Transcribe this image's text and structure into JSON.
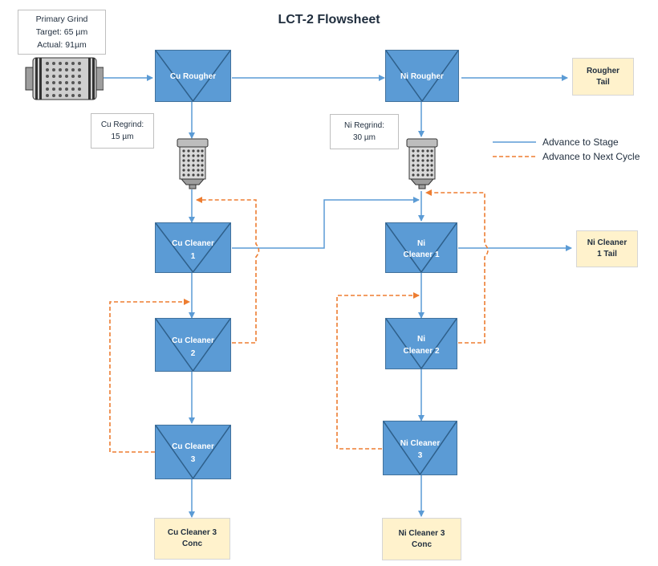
{
  "title": "LCT-2 Flowsheet",
  "colors": {
    "cell": "#5b9bd5",
    "advance": "#5b9bd5",
    "next_cycle": "#ed7d31",
    "product": "#fff2cc"
  },
  "primary_grind": {
    "title": "Primary Grind",
    "target": "Target: 65 µm",
    "actual": "Actual: 91µm",
    "icon": "ball-mill-icon"
  },
  "regrinds": [
    {
      "line1": "Cu Regrind:",
      "line2": "15 µm",
      "icon": "regrind-mill-icon"
    },
    {
      "line1": "Ni Regrind:",
      "line2": "30 µm",
      "icon": "regrind-mill-icon"
    }
  ],
  "cells": {
    "cu_rougher": "Cu Rougher",
    "ni_rougher": "Ni Rougher",
    "cu_cleaner_1": [
      "Cu Cleaner",
      "1"
    ],
    "cu_cleaner_2": [
      "Cu Cleaner",
      "2"
    ],
    "cu_cleaner_3": [
      "Cu Cleaner",
      "3"
    ],
    "ni_cleaner_1": [
      "Ni",
      "Cleaner 1"
    ],
    "ni_cleaner_2": [
      "Ni",
      "Cleaner 2"
    ],
    "ni_cleaner_3": [
      "Ni Cleaner",
      "3"
    ]
  },
  "products": {
    "rougher_tail": [
      "Rougher",
      "Tail"
    ],
    "ni_cleaner_1_tail": [
      "Ni Cleaner",
      "1 Tail"
    ],
    "cu_conc": [
      "Cu Cleaner 3",
      "Conc"
    ],
    "ni_conc": [
      "Ni Cleaner 3",
      "Conc"
    ]
  },
  "legend": [
    {
      "label": "Advance to Stage",
      "style": "solid"
    },
    {
      "label": "Advance to Next Cycle",
      "style": "dashed"
    }
  ]
}
